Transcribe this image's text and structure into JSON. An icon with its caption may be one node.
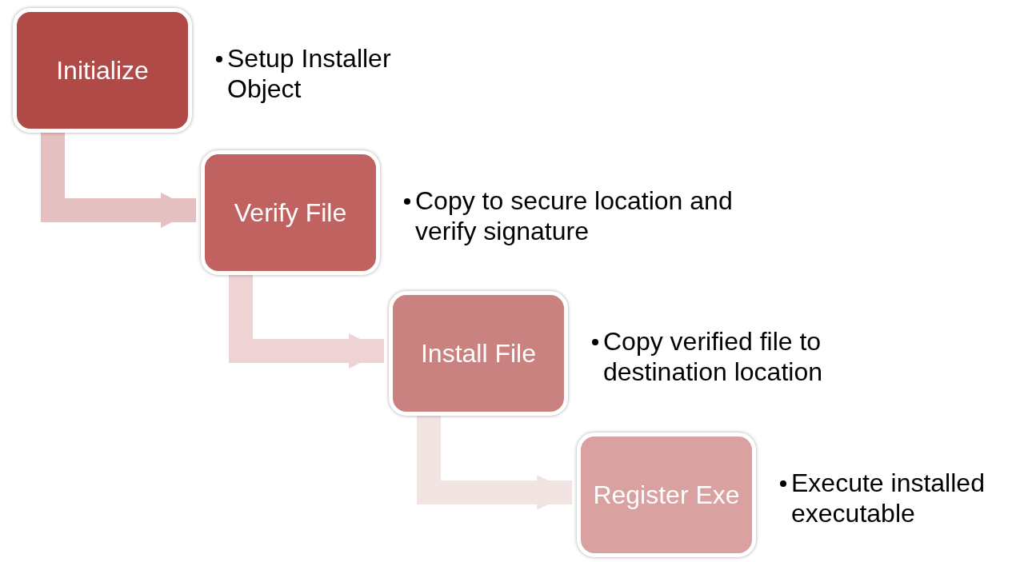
{
  "diagram": {
    "nodes": [
      {
        "text": [
          "Initialize"
        ],
        "beside": [
          "Setup Installer Object"
        ]
      },
      {
        "text": [
          "Verify File"
        ],
        "beside": [
          "Copy to secure location and verify signature"
        ]
      },
      {
        "text": [
          "Install File"
        ],
        "beside": [
          "Copy verified file to destination location"
        ]
      },
      {
        "text": [
          "Register Exe"
        ],
        "beside": [
          "Execute installed executable"
        ]
      }
    ],
    "edges": [
      {
        "from": 0,
        "to": 1,
        "arrow": "to"
      },
      {
        "from": 1,
        "to": 2,
        "arrow": "to"
      },
      {
        "from": 2,
        "to": 3,
        "arrow": "to"
      }
    ]
  }
}
